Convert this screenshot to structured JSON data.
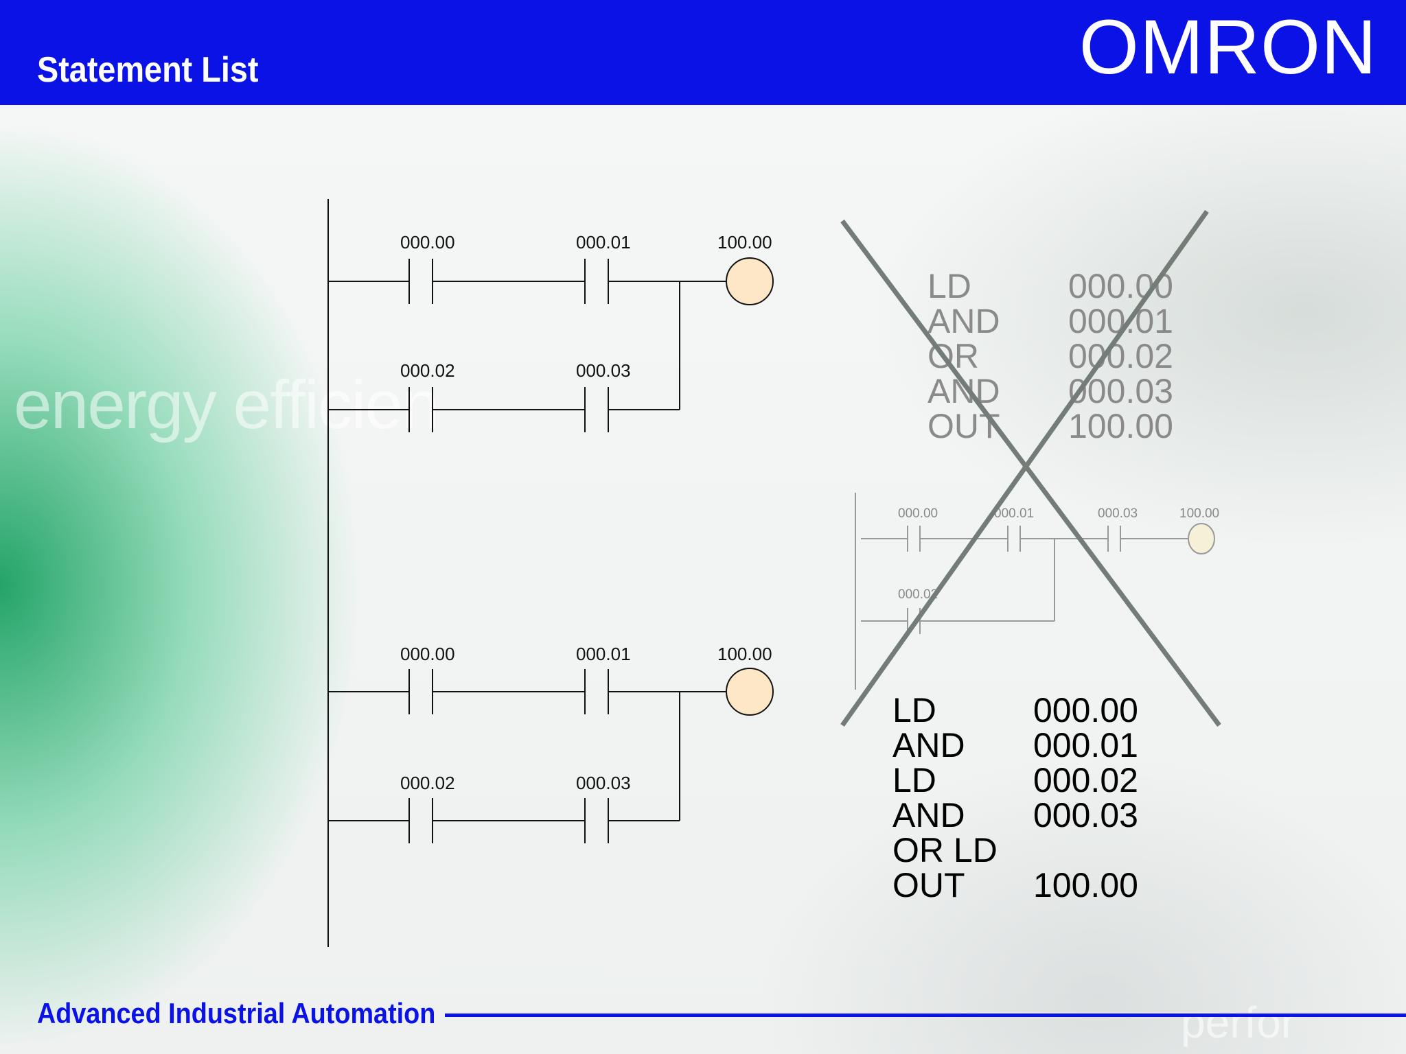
{
  "header": {
    "title": "Statement List",
    "logo": "OMRON"
  },
  "footer": {
    "text": "Advanced Industrial Automation"
  },
  "background_text": {
    "word1": "energy efficien",
    "word2": "perfor"
  },
  "diagram_top": {
    "contact_a": "000.00",
    "contact_b": "000.01",
    "coil": "100.00",
    "contact_c": "000.02",
    "contact_d": "000.03"
  },
  "diagram_bottom": {
    "contact_a": "000.00",
    "contact_b": "000.01",
    "coil": "100.00",
    "contact_c": "000.02",
    "contact_d": "000.03"
  },
  "diagram_small": {
    "contact_a": "000.00",
    "contact_b": "000.01",
    "contact_c": "000.03",
    "coil": "100.00",
    "contact_d": "000.02"
  },
  "statement_wrong": [
    {
      "op": "LD",
      "addr": "000.00"
    },
    {
      "op": "AND",
      "addr": "000.01"
    },
    {
      "op": "OR",
      "addr": "000.02"
    },
    {
      "op": "AND",
      "addr": "000.03"
    },
    {
      "op": "OUT",
      "addr": "100.00"
    }
  ],
  "statement_correct": [
    {
      "op": "LD",
      "addr": "000.00"
    },
    {
      "op": "AND",
      "addr": "000.01"
    },
    {
      "op": "LD",
      "addr": "000.02"
    },
    {
      "op": "AND",
      "addr": "000.03"
    },
    {
      "op": "OR LD",
      "addr": ""
    },
    {
      "op": "OUT",
      "addr": "100.00"
    }
  ],
  "colors": {
    "header": "#0a12e6",
    "coil_fill": "#fde7c6",
    "cross": "#747c78"
  }
}
